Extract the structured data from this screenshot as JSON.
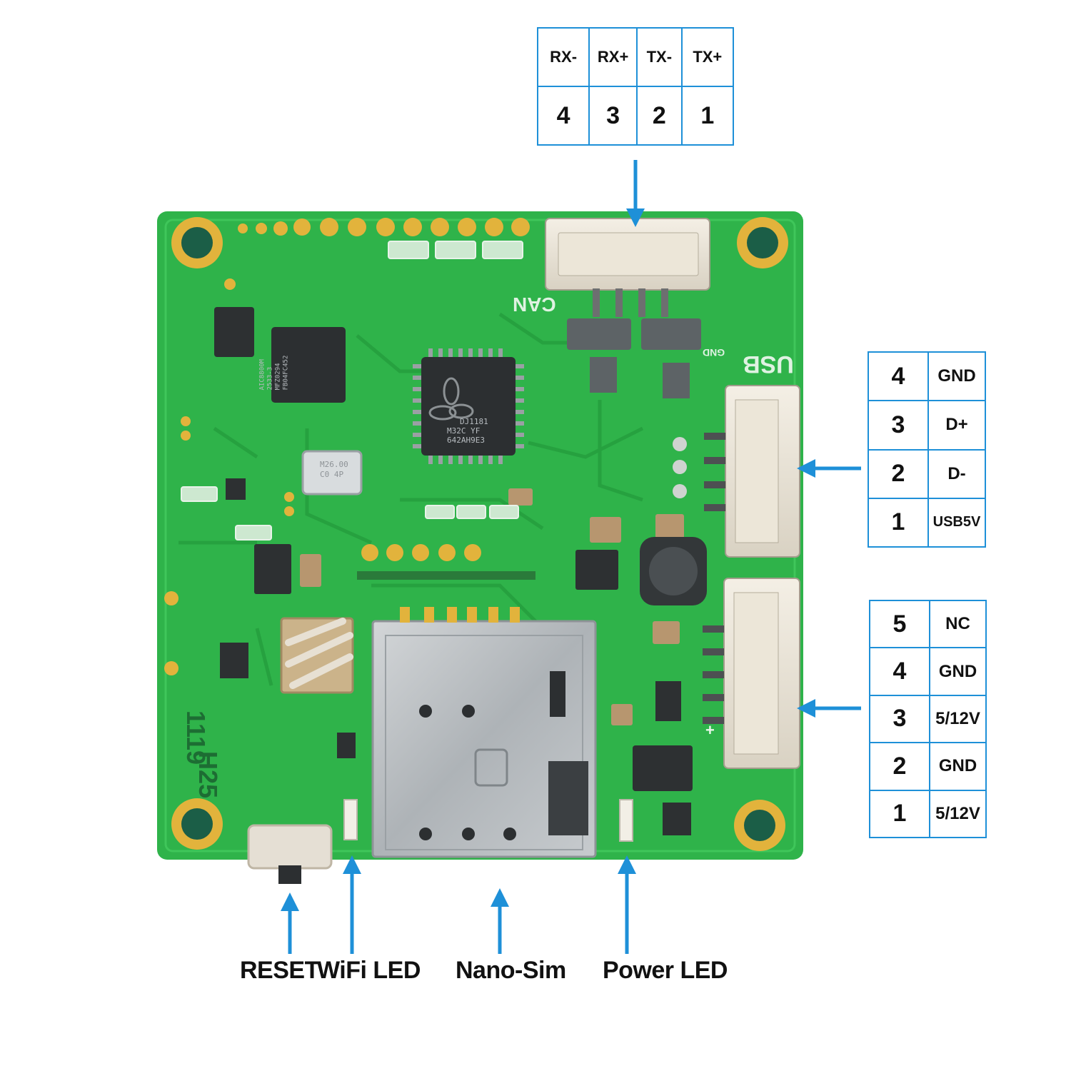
{
  "can_connector": {
    "labels": [
      "RX-",
      "RX+",
      "TX-",
      "TX+"
    ],
    "numbers": [
      "4",
      "3",
      "2",
      "1"
    ]
  },
  "usb_connector": {
    "rows": [
      {
        "num": "4",
        "label": "GND"
      },
      {
        "num": "3",
        "label": "D+"
      },
      {
        "num": "2",
        "label": "D-"
      },
      {
        "num": "1",
        "label": "USB5V"
      }
    ]
  },
  "power_connector": {
    "rows": [
      {
        "num": "5",
        "label": "NC"
      },
      {
        "num": "4",
        "label": "GND"
      },
      {
        "num": "3",
        "label": "5/12V"
      },
      {
        "num": "2",
        "label": "GND"
      },
      {
        "num": "1",
        "label": "5/12V"
      }
    ]
  },
  "callouts": {
    "reset": "RESET",
    "wifi_led": "WiFi LED",
    "nano_sim": "Nano-Sim",
    "power_led": "Power LED"
  },
  "board_silkscreen": {
    "can": "CAN",
    "usb": "USB",
    "gnd": "GND",
    "date_code": "1119",
    "board_id": "H25",
    "plus": "+"
  },
  "chip_markings": {
    "main_chip": [
      "DJ1181",
      "M32C YF",
      "642AH9E3"
    ],
    "side_chip": [
      "AIC8800M",
      "2533-3",
      "MFZ0294",
      "FB04FC452"
    ],
    "crystal": [
      "M26.00",
      "C0 4P"
    ]
  },
  "colors": {
    "pcb": "#2fb34a",
    "pcb_dark": "#1f9a3c",
    "arrow": "#1e90d8",
    "table_border": "#1e90d8",
    "pad_gold": "#e2b33c"
  }
}
